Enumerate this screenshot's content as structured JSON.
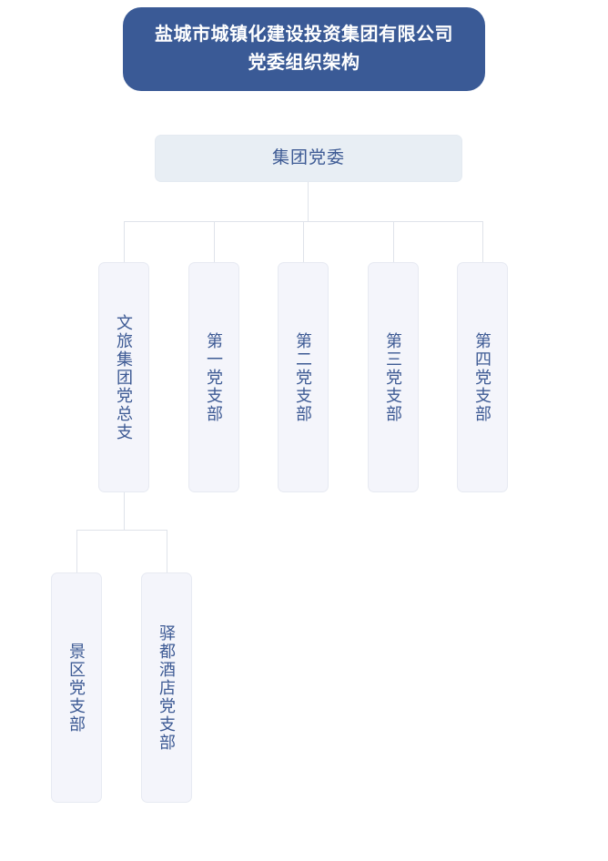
{
  "banner": {
    "title_line_1": "盐城市城镇化建设投资集团有限公司",
    "title_line_2": "党委组织架构",
    "background_color": "#3a5a96",
    "text_color": "#ffffff"
  },
  "colors": {
    "accent": "#3a5a96",
    "root_node_fill": "#e8eef4",
    "branch_node_fill": "#f4f5fb",
    "node_text": "#3d5a94",
    "connector": "#dfe3ea",
    "page_background": "#ffffff"
  },
  "chart_data": {
    "type": "diagram",
    "title": "盐城市城镇化建设投资集团有限公司党委组织架构",
    "layout": "top-down organizational tree",
    "root": {
      "label": "集团党委",
      "level": 0
    },
    "level_1": [
      {
        "label": "文旅集团党总支",
        "level": 1,
        "has_children": true
      },
      {
        "label": "第一党支部",
        "level": 1,
        "has_children": false
      },
      {
        "label": "第二党支部",
        "level": 1,
        "has_children": false
      },
      {
        "label": "第三党支部",
        "level": 1,
        "has_children": false
      },
      {
        "label": "第四党支部",
        "level": 1,
        "has_children": false
      }
    ],
    "level_2": [
      {
        "label": "景区党支部",
        "level": 2,
        "parent": "文旅集团党总支"
      },
      {
        "label": "驿都酒店党支部",
        "level": 2,
        "parent": "文旅集团党总支"
      }
    ]
  }
}
